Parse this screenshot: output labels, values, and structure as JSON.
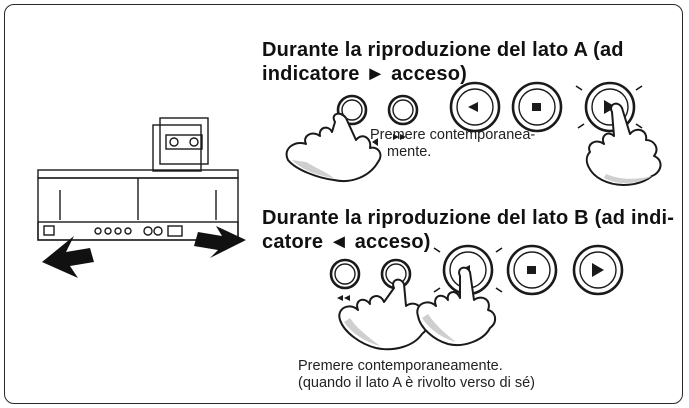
{
  "section_a": {
    "title": "Durante la riproduzione del lato A (ad indicatore ► acceso)",
    "title_line1": "Durante la riproduzione del lato A (ad",
    "title_line2": "indicatore ► acceso)",
    "caption_line1": "Premere contemporanea-",
    "caption_line2": "mente."
  },
  "section_b": {
    "title": "Durante la riproduzione del lato B (ad indicatore ◄ acceso)",
    "title_line1": "Durante la riproduzione del lato B (ad indi-",
    "title_line2": "catore ◄ acceso)",
    "caption_line1": "Premere contemporaneamente.",
    "caption_line2": "(quando il lato A è rivolto verso di sé)"
  },
  "icons": {
    "rewind": "rewind-button-icon",
    "fast_forward": "fast-forward-button-icon",
    "reverse_play": "reverse-play-button-icon",
    "stop": "stop-button-icon",
    "forward_play": "forward-play-button-icon",
    "hand": "pressing-hand-icon",
    "deck": "cassette-deck-icon",
    "cassette": "cassette-tape-icon"
  }
}
